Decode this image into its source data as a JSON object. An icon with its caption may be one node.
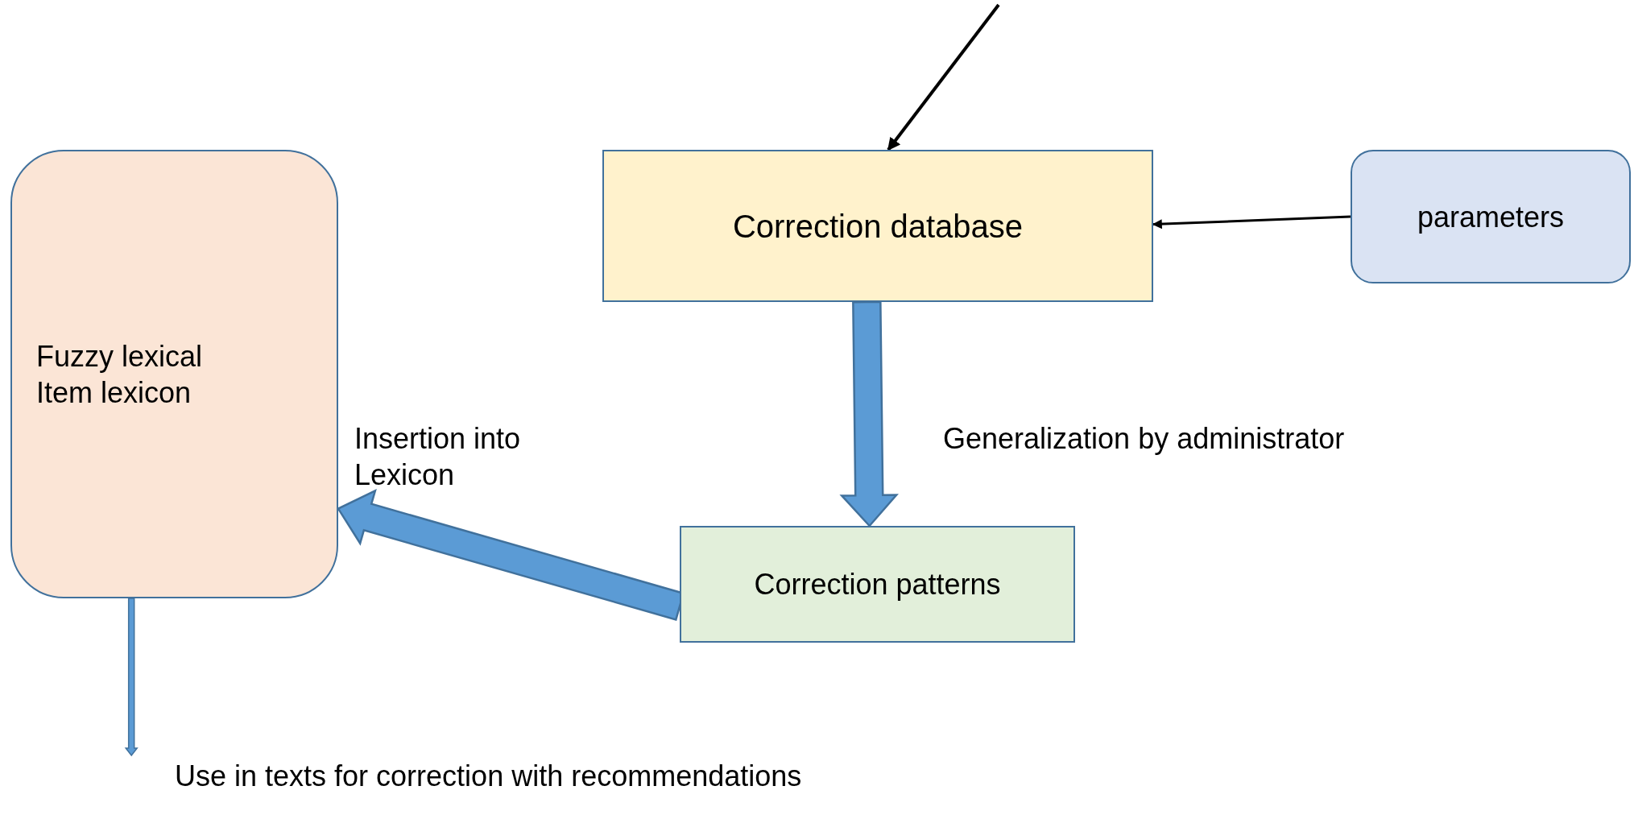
{
  "diagram": {
    "nodes": [
      {
        "text": [
          "Fuzzy lexical Item lexicon"
        ]
      },
      {
        "text": [
          "Correction database"
        ]
      },
      {
        "text": [
          "parameters"
        ]
      },
      {
        "text": [
          "Correction patterns"
        ]
      },
      {
        "text": [
          "Use in texts for correction with recommendations"
        ]
      }
    ],
    "edges": [
      {
        "from": null,
        "to": 1,
        "arrow": "to"
      },
      {
        "from": 2,
        "to": 1,
        "arrow": "to"
      },
      {
        "from": 1,
        "to": 3,
        "arrow": "to",
        "label": "Generalization by administrator",
        "style": "thick",
        "color": "#5b9bd5"
      },
      {
        "from": 3,
        "to": 0,
        "arrow": "to",
        "label": "Insertion into Lexicon",
        "style": "thick",
        "color": "#5b9bd5"
      },
      {
        "from": 0,
        "to": 4,
        "arrow": "to",
        "color": "#5b9bd5"
      }
    ]
  }
}
